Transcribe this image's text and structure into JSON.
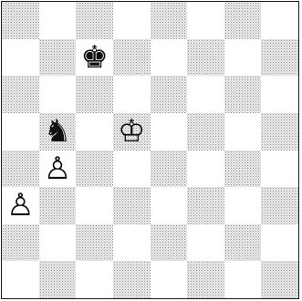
{
  "colors": {
    "light_square": "#ffffff",
    "dark_square": "#d8d8d8",
    "piece": "#111111"
  },
  "board": {
    "orientation": "white-bottom",
    "pieces": [
      {
        "square": "b5",
        "piece": "knight",
        "color": "black",
        "glyph": "♞",
        "icon": "black-knight-icon"
      },
      {
        "square": "c7",
        "piece": "king",
        "color": "black",
        "glyph": "♚",
        "icon": "black-king-icon"
      },
      {
        "square": "d5",
        "piece": "king",
        "color": "white",
        "glyph": "♔",
        "icon": "white-king-icon"
      },
      {
        "square": "b4",
        "piece": "pawn",
        "color": "white",
        "glyph": "♙",
        "icon": "white-pawn-icon"
      },
      {
        "square": "a3",
        "piece": "pawn",
        "color": "white",
        "glyph": "♙",
        "icon": "white-pawn-icon"
      }
    ]
  }
}
